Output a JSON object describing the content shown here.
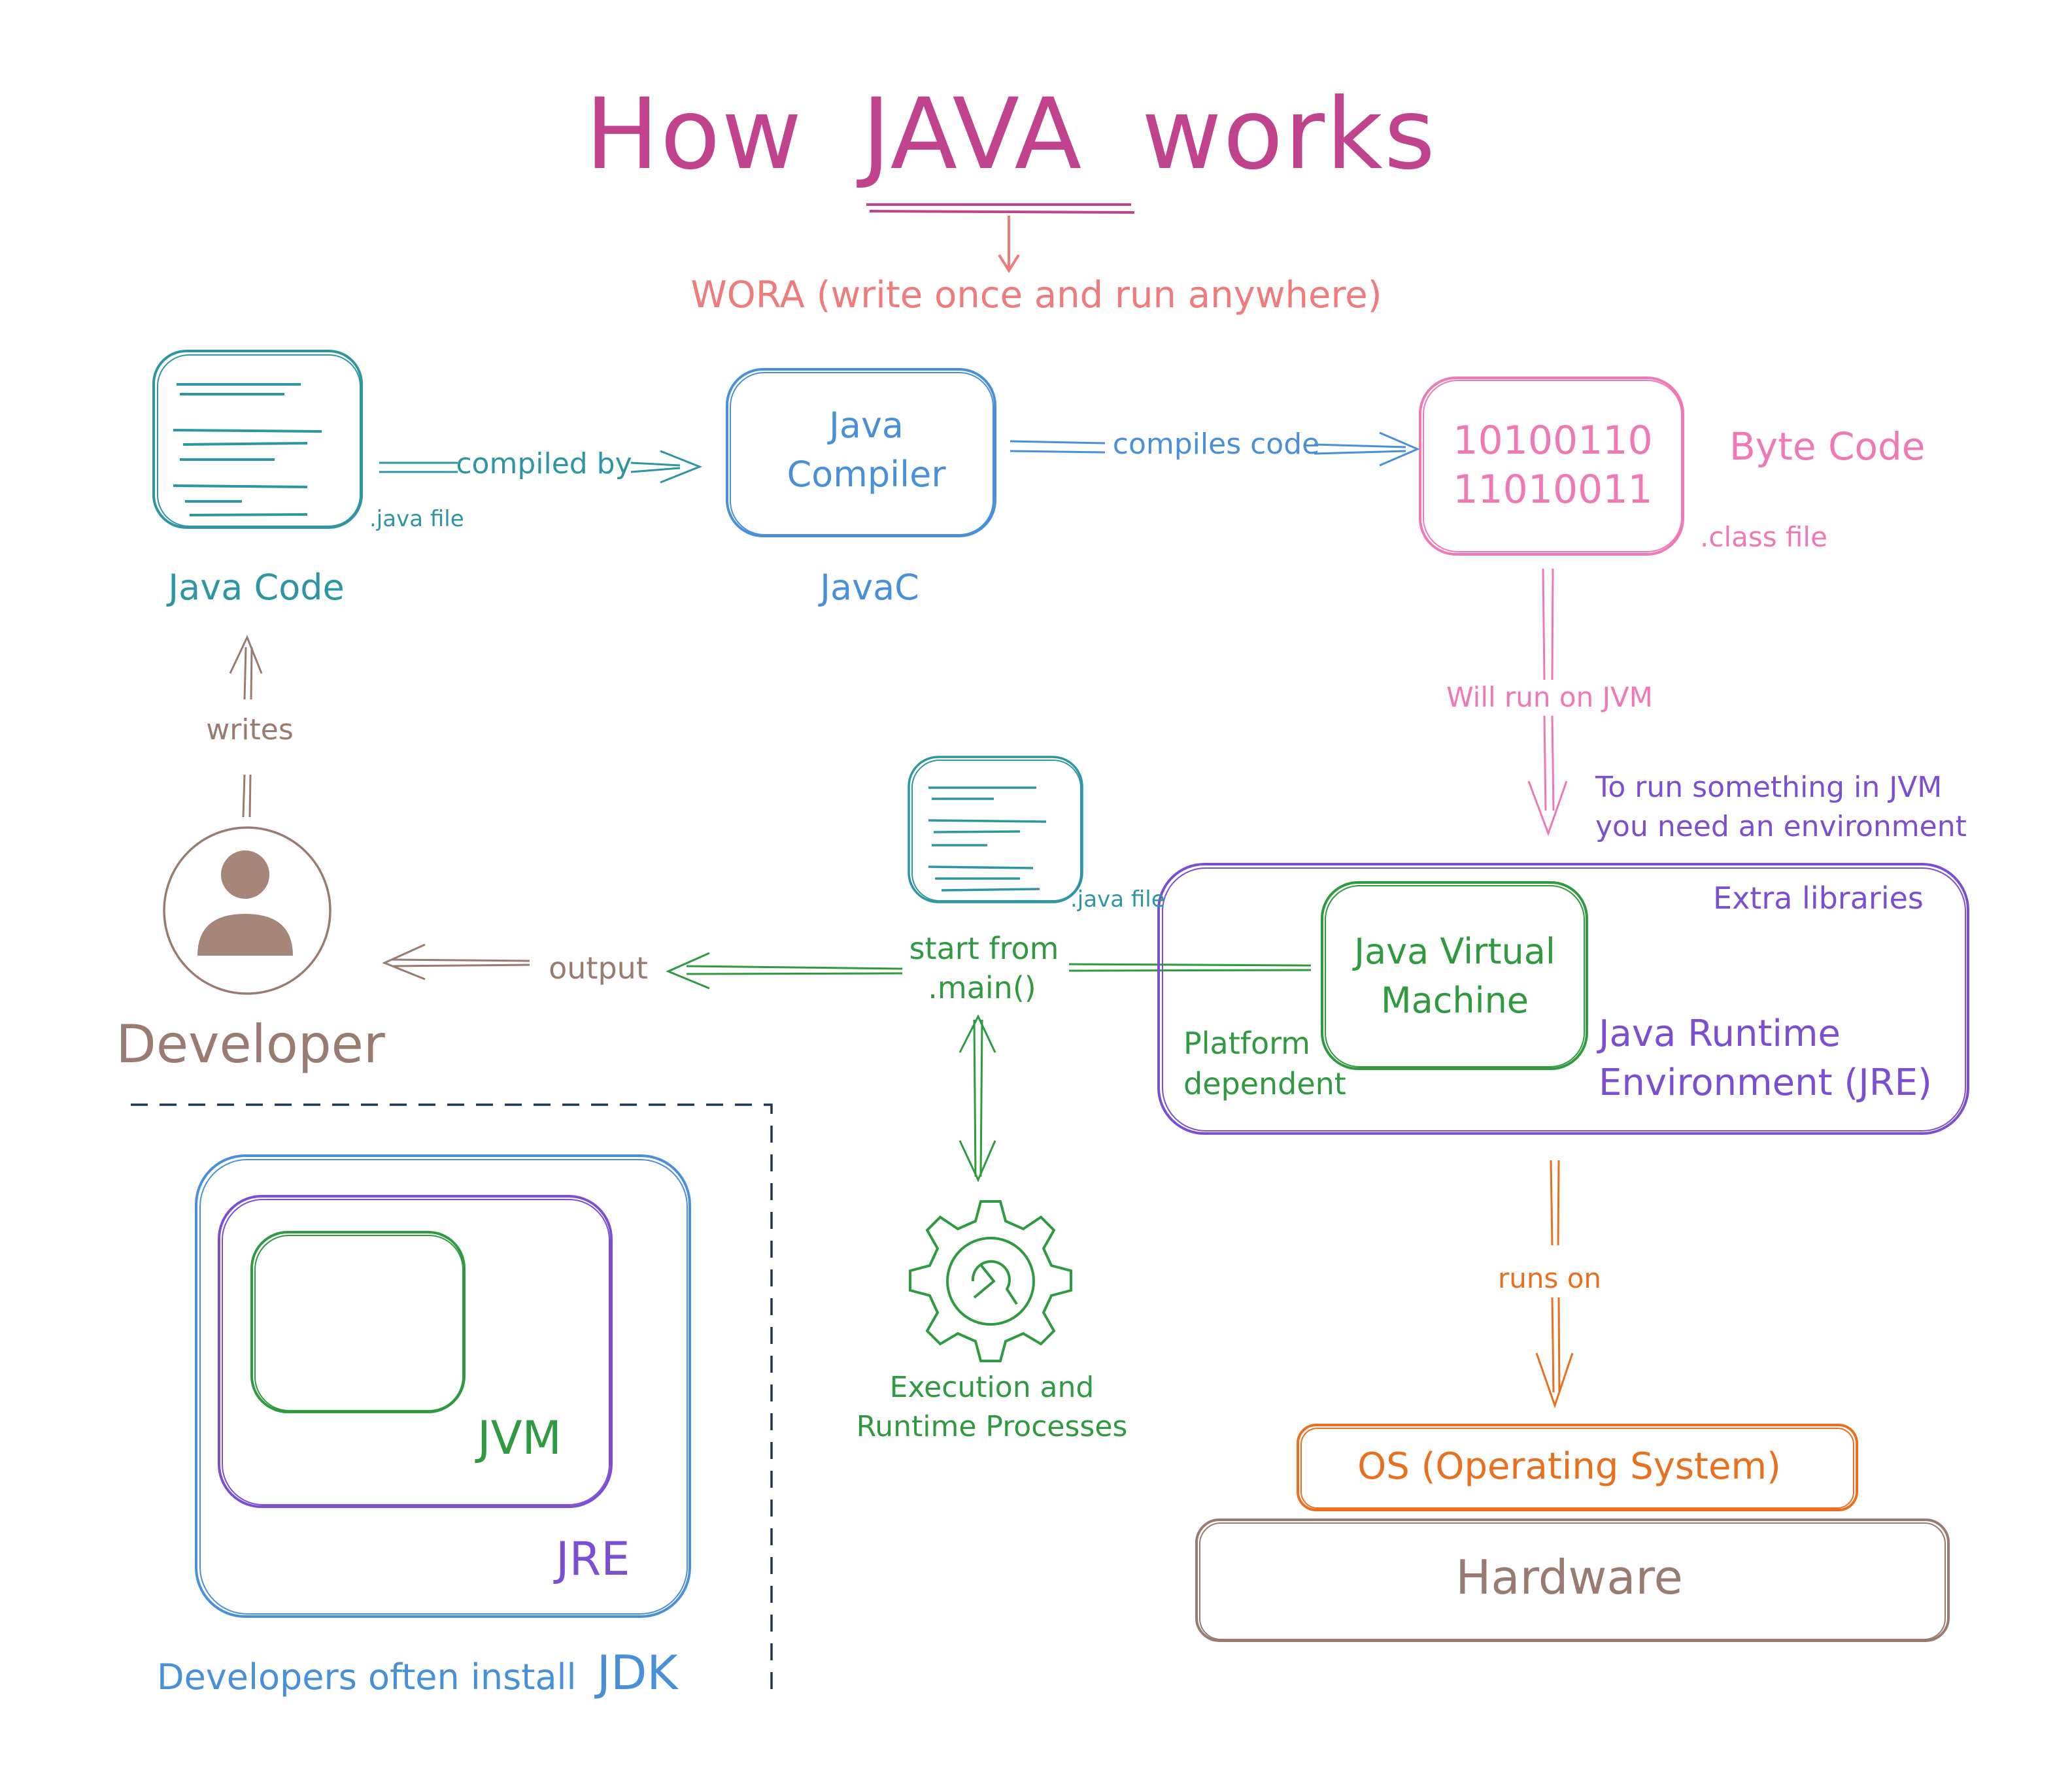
{
  "title": {
    "prefix": "How",
    "highlight": "JAVA",
    "suffix": "works"
  },
  "wora": "WORA (write once and run anywhere)",
  "java_code": {
    "label": "Java Code",
    "file": ".java file",
    "edge": "compiled by"
  },
  "compiler": {
    "line1": "Java",
    "line2": "Compiler",
    "label": "JavaC",
    "edge": "compiles code"
  },
  "bytecode": {
    "line1": "10100110",
    "line2": "11010011",
    "label": "Byte Code",
    "file": ".class file",
    "edge": "Will run on JVM"
  },
  "env_note": {
    "line1": "To run something in JVM",
    "line2": "you need an environment"
  },
  "developer": {
    "label": "Developer",
    "edge_writes": "writes",
    "edge_output": "output"
  },
  "start": {
    "line1": "start from",
    "line2": ".main()",
    "file": ".java file"
  },
  "jre_box": {
    "extra": "Extra libraries",
    "jvm_line1": "Java Virtual",
    "jvm_line2": "Machine",
    "platform_line1": "Platform",
    "platform_line2": "dependent",
    "jre_line1": "Java Runtime",
    "jre_line2": "Environment (JRE)"
  },
  "execution": {
    "line1": "Execution and",
    "line2": "Runtime Processes"
  },
  "runs_on": "runs on",
  "os": "OS (Operating System)",
  "hardware": "Hardware",
  "jdk": {
    "jvm": "JVM",
    "jre": "JRE",
    "caption": "Developers often install",
    "jdk": "JDK"
  },
  "colors": {
    "title": "#c2438d",
    "wora": "#f07b7b",
    "teal": "#2e96a2",
    "blue": "#4a90d9",
    "pink": "#f079b4",
    "purple": "#7a4fd1",
    "green": "#2f9a3f",
    "brown": "#9a7b70",
    "orange": "#e8701f",
    "navy": "#1e3550"
  }
}
